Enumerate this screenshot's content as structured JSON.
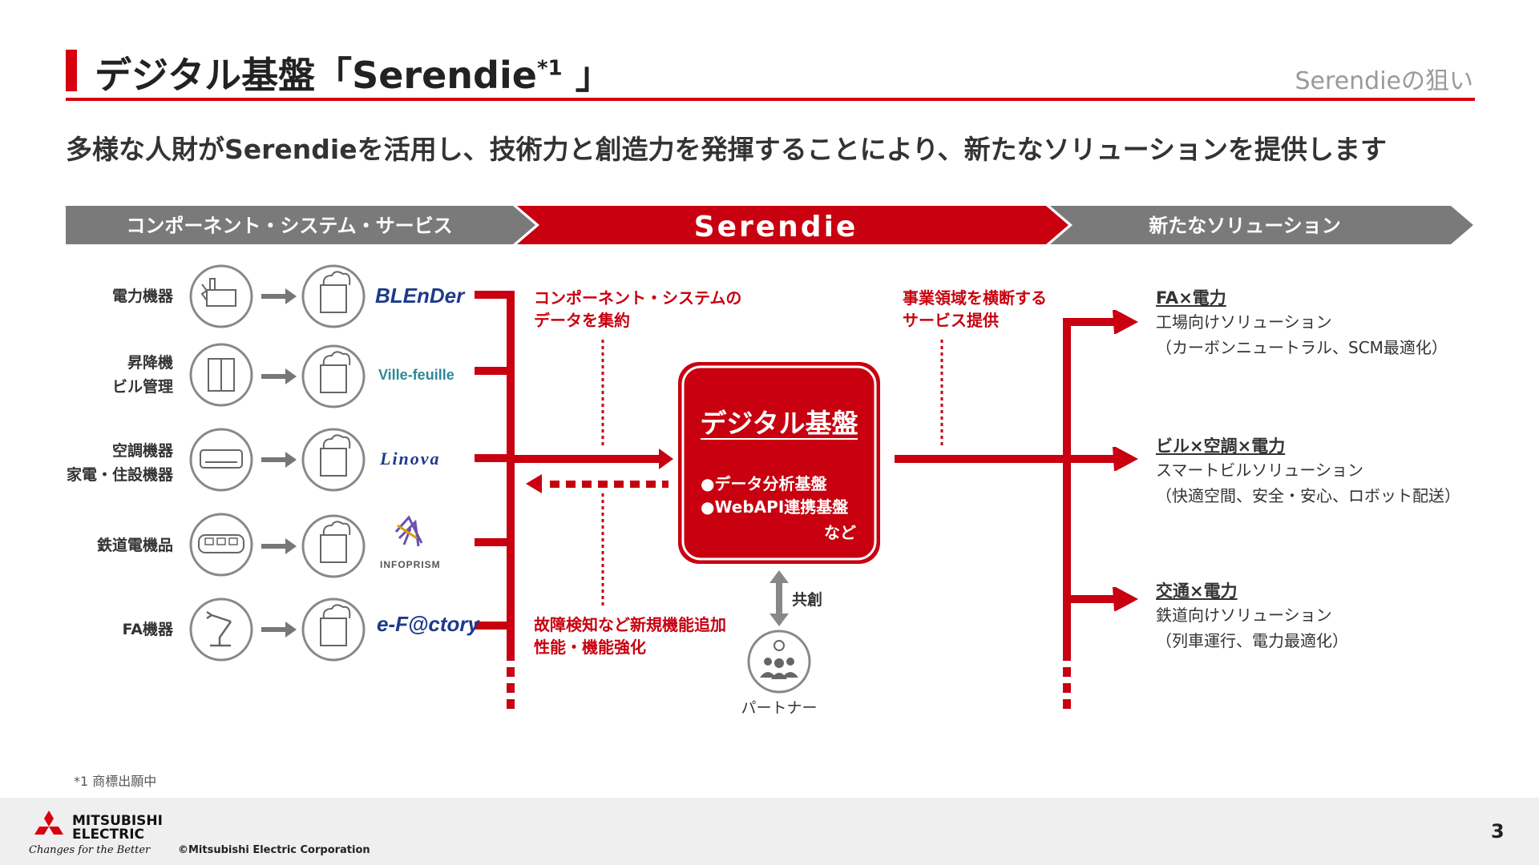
{
  "header": {
    "title_main": "デジタル基盤「Serendie",
    "title_sup": "*1",
    "title_close": " 」",
    "section_tag": "Serendieの狙い",
    "subtitle": "多様な人財がSerendieを活用し、技術力と創造力を発揮することにより、新たなソリューションを提供します"
  },
  "flow": {
    "left": "コンポーネント・システム・サービス",
    "center": "Serendie",
    "right": "新たなソリューション"
  },
  "categories": [
    {
      "label": "電力機器",
      "icon": "power-plant-icon",
      "system": "BLEnDer"
    },
    {
      "label": "昇降機\nビル管理",
      "icon": "elevator-icon",
      "system": "Ville-feuille"
    },
    {
      "label": "空調機器\n家電・住設機器",
      "icon": "air-conditioner-icon",
      "system": "Linova"
    },
    {
      "label": "鉄道電機品",
      "icon": "train-icon",
      "system": "INFOPRISM"
    },
    {
      "label": "FA機器",
      "icon": "robot-arm-icon",
      "system": "e-F@ctory"
    }
  ],
  "annotations": {
    "collect": [
      "コンポーネント・システムの",
      "データを集約"
    ],
    "feedback": [
      "故障検知など新規機能追加",
      "性能・機能強化"
    ],
    "cross": [
      "事業領域を横断する",
      "サービス提供"
    ]
  },
  "platform": {
    "title": "デジタル基盤",
    "items": [
      "●データ分析基盤",
      "●WebAPI連携基盤"
    ],
    "more": "など"
  },
  "partner": {
    "relation": "共創",
    "label": "パートナー",
    "icon": "partner-people-icon"
  },
  "solutions": [
    {
      "title": "FA×電力",
      "line1": "工場向けソリューション",
      "line2": "（カーボンニュートラル、SCM最適化）"
    },
    {
      "title": "ビル×空調×電力",
      "line1": "スマートビルソリューション",
      "line2": "（快適空間、安全・安心、ロボット配送）"
    },
    {
      "title": "交通×電力",
      "line1": "鉄道向けソリューション",
      "line2": "（列車運行、電力最適化）"
    }
  ],
  "footer": {
    "footnote": "*1 商標出願中",
    "brand_line1": "MITSUBISHI",
    "brand_line2": "ELECTRIC",
    "tagline": "Changes for the Better",
    "copyright": "©Mitsubishi Electric Corporation",
    "page_number": "3"
  },
  "colors": {
    "accent": "#d7000f",
    "dark_red": "#c8000f",
    "grey_arrow": "#7a7a7a"
  }
}
